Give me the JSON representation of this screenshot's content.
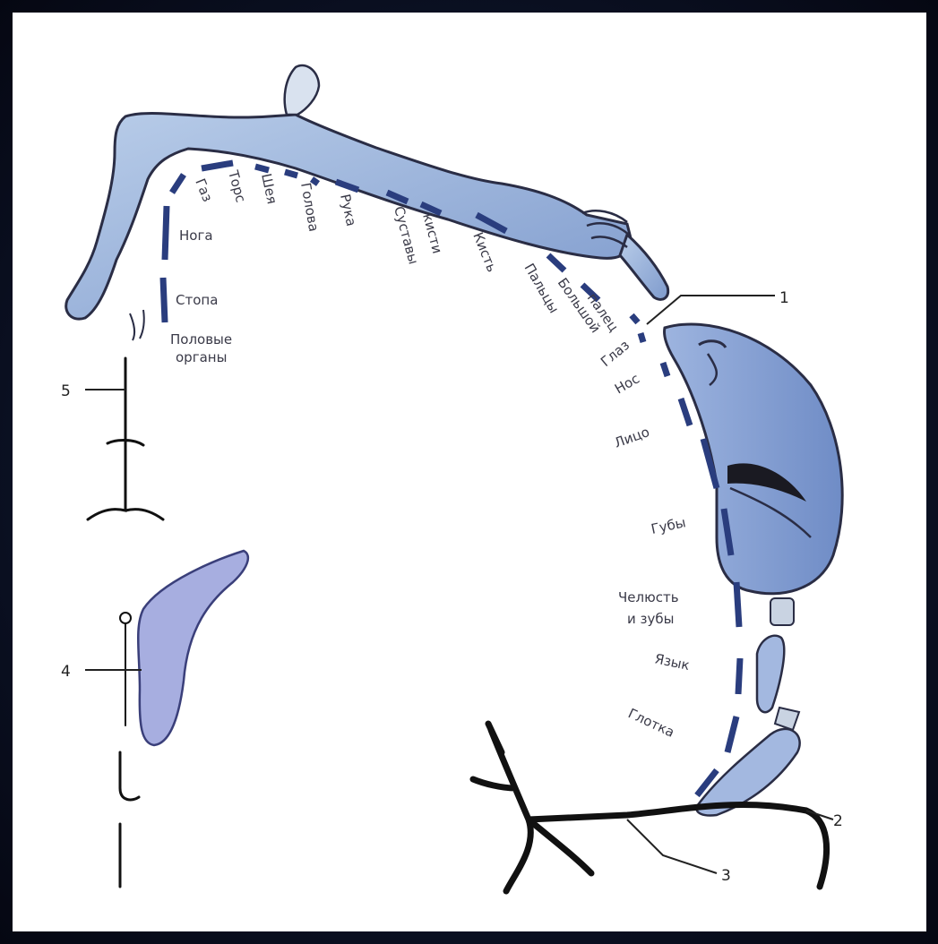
{
  "labels": {
    "glaz_top": "Газ",
    "tors": "Торс",
    "sheya": "Шея",
    "golova": "Голова",
    "ruka": "Рука",
    "sustavy_1": "Суставы",
    "sustavy_2": "кисти",
    "kist": "Кисть",
    "paltsy": "Пальцы",
    "bolshoy_1": "Большой",
    "bolshoy_2": "палец",
    "glaz": "Глаз",
    "nos": "Нос",
    "litso": "Лицо",
    "guby": "Губы",
    "chelyust_1": "Челюсть",
    "chelyust_2": "и зубы",
    "yazyk": "Язык",
    "glotka": "Глотка",
    "noga": "Нога",
    "stopa": "Стопа",
    "polovye_1": "Половые",
    "polovye_2": "органы"
  },
  "callouts": [
    "1",
    "2",
    "3",
    "4",
    "5"
  ],
  "colors": {
    "body_fill": "#a9bfe0",
    "body_stroke": "#2a2d45",
    "dash": "#2a3d7e",
    "nerve": "#111111"
  }
}
